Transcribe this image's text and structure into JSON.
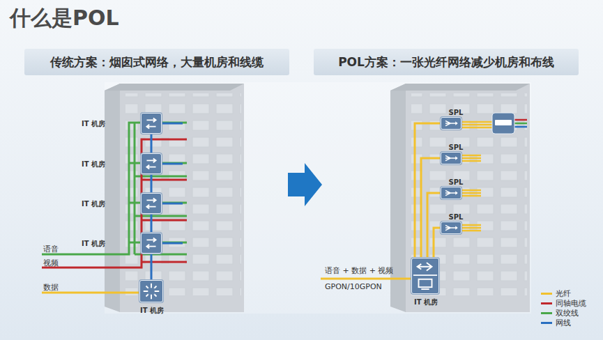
{
  "diagram": {
    "title": "什么是POL",
    "nodes": [
      {
        "text": [
          "传统方案：烟囱式网络，大量机房和线缆"
        ]
      },
      {
        "text": [
          "POL方案：一张光纤网络减少机房和布线"
        ]
      },
      {
        "text": [
          "IT 机房"
        ]
      },
      {
        "text": [
          "IT 机房"
        ]
      },
      {
        "text": [
          "IT 机房"
        ]
      },
      {
        "text": [
          "IT 机房"
        ]
      },
      {
        "text": [
          "IT 机房"
        ]
      },
      {
        "text": [
          "SPL"
        ]
      },
      {
        "text": [
          "SPL"
        ]
      },
      {
        "text": [
          "SPL"
        ]
      },
      {
        "text": [
          "SPL"
        ]
      },
      {
        "text": [
          "IT 机房"
        ]
      }
    ],
    "edges": [
      {
        "from": 6,
        "to": 5,
        "arrow": "none"
      },
      {
        "from": 5,
        "to": 4,
        "arrow": "none"
      },
      {
        "from": 4,
        "to": 3,
        "arrow": "none"
      },
      {
        "from": 3,
        "to": 2,
        "arrow": "none"
      },
      {
        "from": 11,
        "to": 7,
        "arrow": "none"
      },
      {
        "from": 11,
        "to": 8,
        "arrow": "none"
      },
      {
        "from": 11,
        "to": 9,
        "arrow": "none"
      },
      {
        "from": 11,
        "to": 10,
        "arrow": "none"
      }
    ],
    "labels": [
      "语音",
      "视频",
      "数据",
      "语音 + 数据 + 视频",
      "GPON/10GPON"
    ],
    "legend": [
      {
        "text": "光纤",
        "color": "#f2c12e"
      },
      {
        "text": "同轴电缆",
        "color": "#c0282d"
      },
      {
        "text": "双绞线",
        "color": "#4aa84a"
      },
      {
        "text": "网线",
        "color": "#2a6fc0"
      }
    ]
  }
}
